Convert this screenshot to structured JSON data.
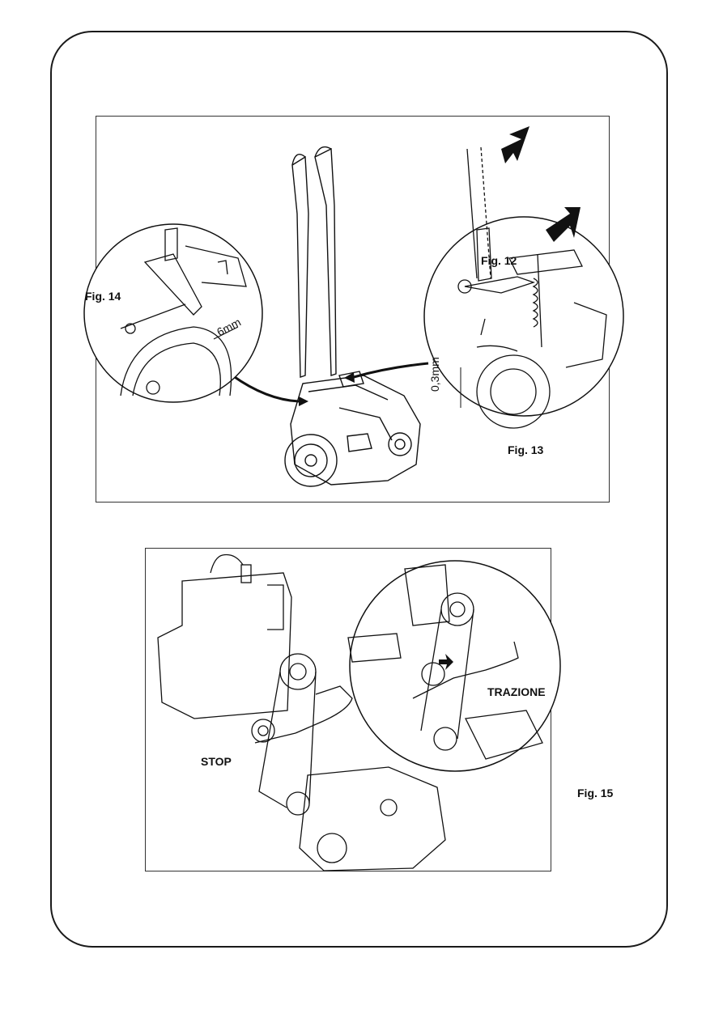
{
  "figures": {
    "fig12": "Fig. 12",
    "fig13": "Fig. 13",
    "fig14": "Fig. 14",
    "fig15": "Fig. 15"
  },
  "dimensions": {
    "gap_6mm": "6mm",
    "gap_03mm": "0,3mm"
  },
  "callouts": {
    "stop": "STOP",
    "trazione": "TRAZIONE"
  }
}
